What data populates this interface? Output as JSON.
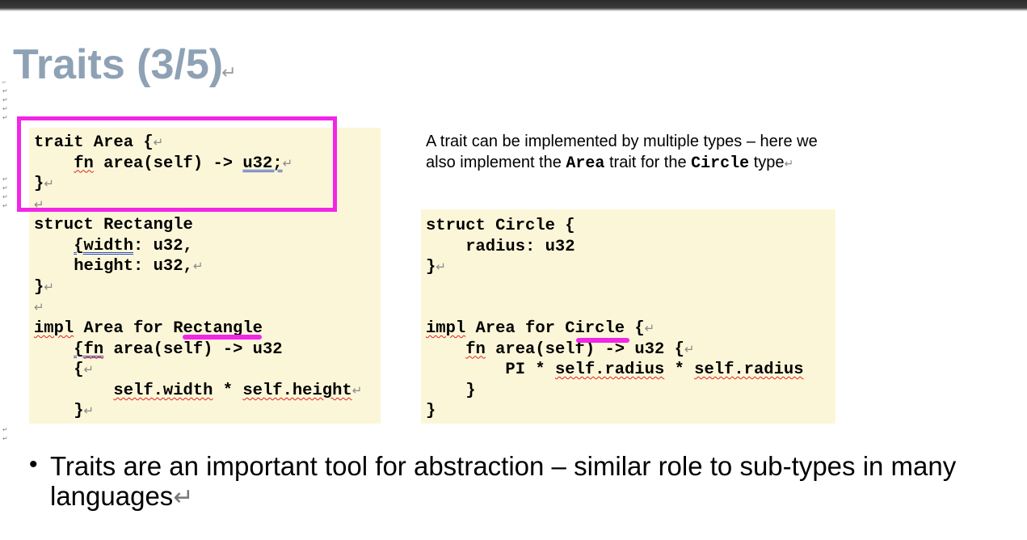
{
  "slide": {
    "title": "Traits (3/5)",
    "paragraph_mark": "↵",
    "left_code": {
      "trait_block": [
        "trait Area {",
        "    fn area(self) -> u32;",
        "}"
      ],
      "struct_block": [
        "struct Rectangle",
        "    {width: u32,",
        "    height: u32,",
        "}"
      ],
      "impl_block": [
        "impl Area for Rectangle",
        "    {fn area(self) -> u32",
        "    {",
        "        self.width * self.height",
        "    }"
      ]
    },
    "note": {
      "line1": "A trait can be implemented by multiple types – here we",
      "line2_pre": "also implement the ",
      "line2_code1": "Area",
      "line2_mid": " trait for the ",
      "line2_code2": "Circle",
      "line2_post": " type"
    },
    "right_code": {
      "struct_block": [
        "struct Circle {",
        "    radius: u32",
        "}"
      ],
      "impl_block": [
        "impl Area for Circle {",
        "    fn area(self) -> u32 {",
        "        PI * self.radius * self.radius",
        "    }",
        "}"
      ]
    },
    "bullet": {
      "text": "Traits are an important tool for abstraction – similar role to sub-types in many languages"
    },
    "colors": {
      "title": "#8ea1b5",
      "code_background": "#fcf6d8",
      "highlight_annotation": "#f226e6",
      "spell_squiggle": "#e02020"
    }
  }
}
